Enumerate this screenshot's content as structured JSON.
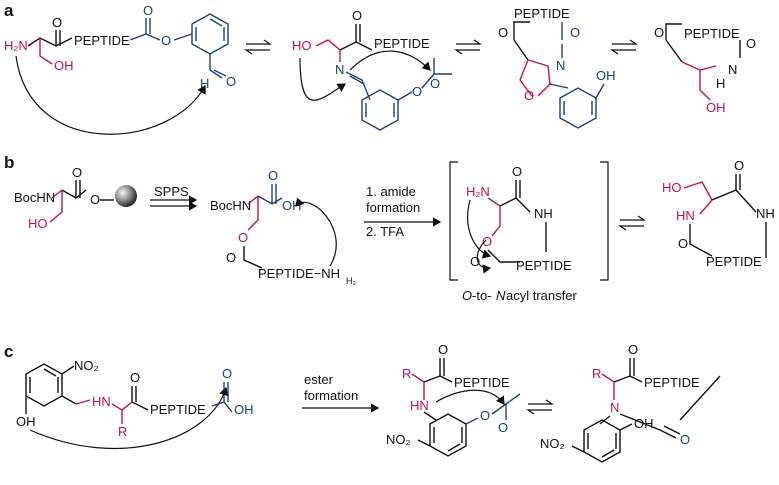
{
  "panels": {
    "a": "a",
    "b": "b",
    "c": "c"
  },
  "colors": {
    "black": "#111111",
    "red": "#c4124a",
    "blue": "#1f3e7a"
  },
  "labels": {
    "H2N": "H₂N",
    "H2": "H₂",
    "NH2": "NH₂",
    "NO2": "NO₂",
    "OH": "OH",
    "HO": "HO",
    "O": "O",
    "H": "H",
    "N": "N",
    "R": "R",
    "NH": "NH",
    "HN": "HN",
    "BocHN": "BocHN",
    "PEPTIDE": "PEPTIDE",
    "PEPTIDE_NH2": "PEPTIDE−NH",
    "SPPS": "SPPS",
    "step1": "1. amide",
    "step1b": "formation",
    "step2": "2. TFA",
    "ester": "ester",
    "ester_b": "formation",
    "acyl_transfer_pre": "O",
    "acyl_transfer_mid": "-to-",
    "acyl_transfer_n": "N",
    "acyl_transfer_post": " acyl transfer"
  }
}
